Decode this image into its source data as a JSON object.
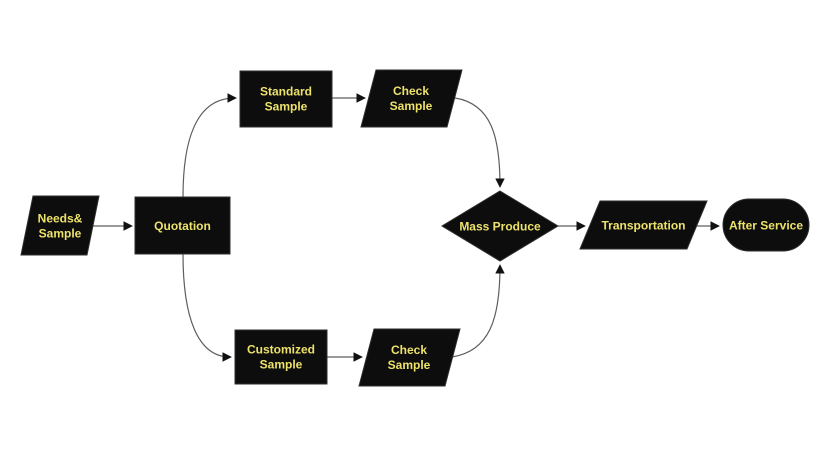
{
  "diagram": {
    "type": "flowchart",
    "colors": {
      "background": "#ffffff",
      "node_fill": "#0d0d0d",
      "node_border": "#2e2e2e",
      "label_text": "#ede26a",
      "connector_line": "#5e5e5e",
      "arrowhead": "#111111"
    },
    "nodes": {
      "needs_sample": {
        "shape": "parallelogram",
        "line1": "Needs&",
        "line2": "Sample"
      },
      "quotation": {
        "shape": "process-rectangle",
        "label": "Quotation"
      },
      "standard_sample": {
        "shape": "process-rectangle",
        "line1": "Standard",
        "line2": "Sample"
      },
      "check_sample_top": {
        "shape": "parallelogram",
        "line1": "Check",
        "line2": "Sample"
      },
      "customized_sample": {
        "shape": "process-rectangle",
        "line1": "Customized",
        "line2": "Sample"
      },
      "check_sample_bottom": {
        "shape": "parallelogram",
        "line1": "Check",
        "line2": "Sample"
      },
      "mass_produce": {
        "shape": "decision-diamond",
        "label": "Mass Produce"
      },
      "transportation": {
        "shape": "parallelogram",
        "label": "Transportation"
      },
      "after_service": {
        "shape": "terminator-stadium",
        "label": "After Service"
      }
    },
    "edges": [
      {
        "from": "needs_sample",
        "to": "quotation"
      },
      {
        "from": "quotation",
        "to": "standard_sample"
      },
      {
        "from": "standard_sample",
        "to": "check_sample_top"
      },
      {
        "from": "check_sample_top",
        "to": "mass_produce"
      },
      {
        "from": "quotation",
        "to": "customized_sample"
      },
      {
        "from": "customized_sample",
        "to": "check_sample_bottom"
      },
      {
        "from": "check_sample_bottom",
        "to": "mass_produce"
      },
      {
        "from": "mass_produce",
        "to": "transportation"
      },
      {
        "from": "transportation",
        "to": "after_service"
      }
    ]
  }
}
